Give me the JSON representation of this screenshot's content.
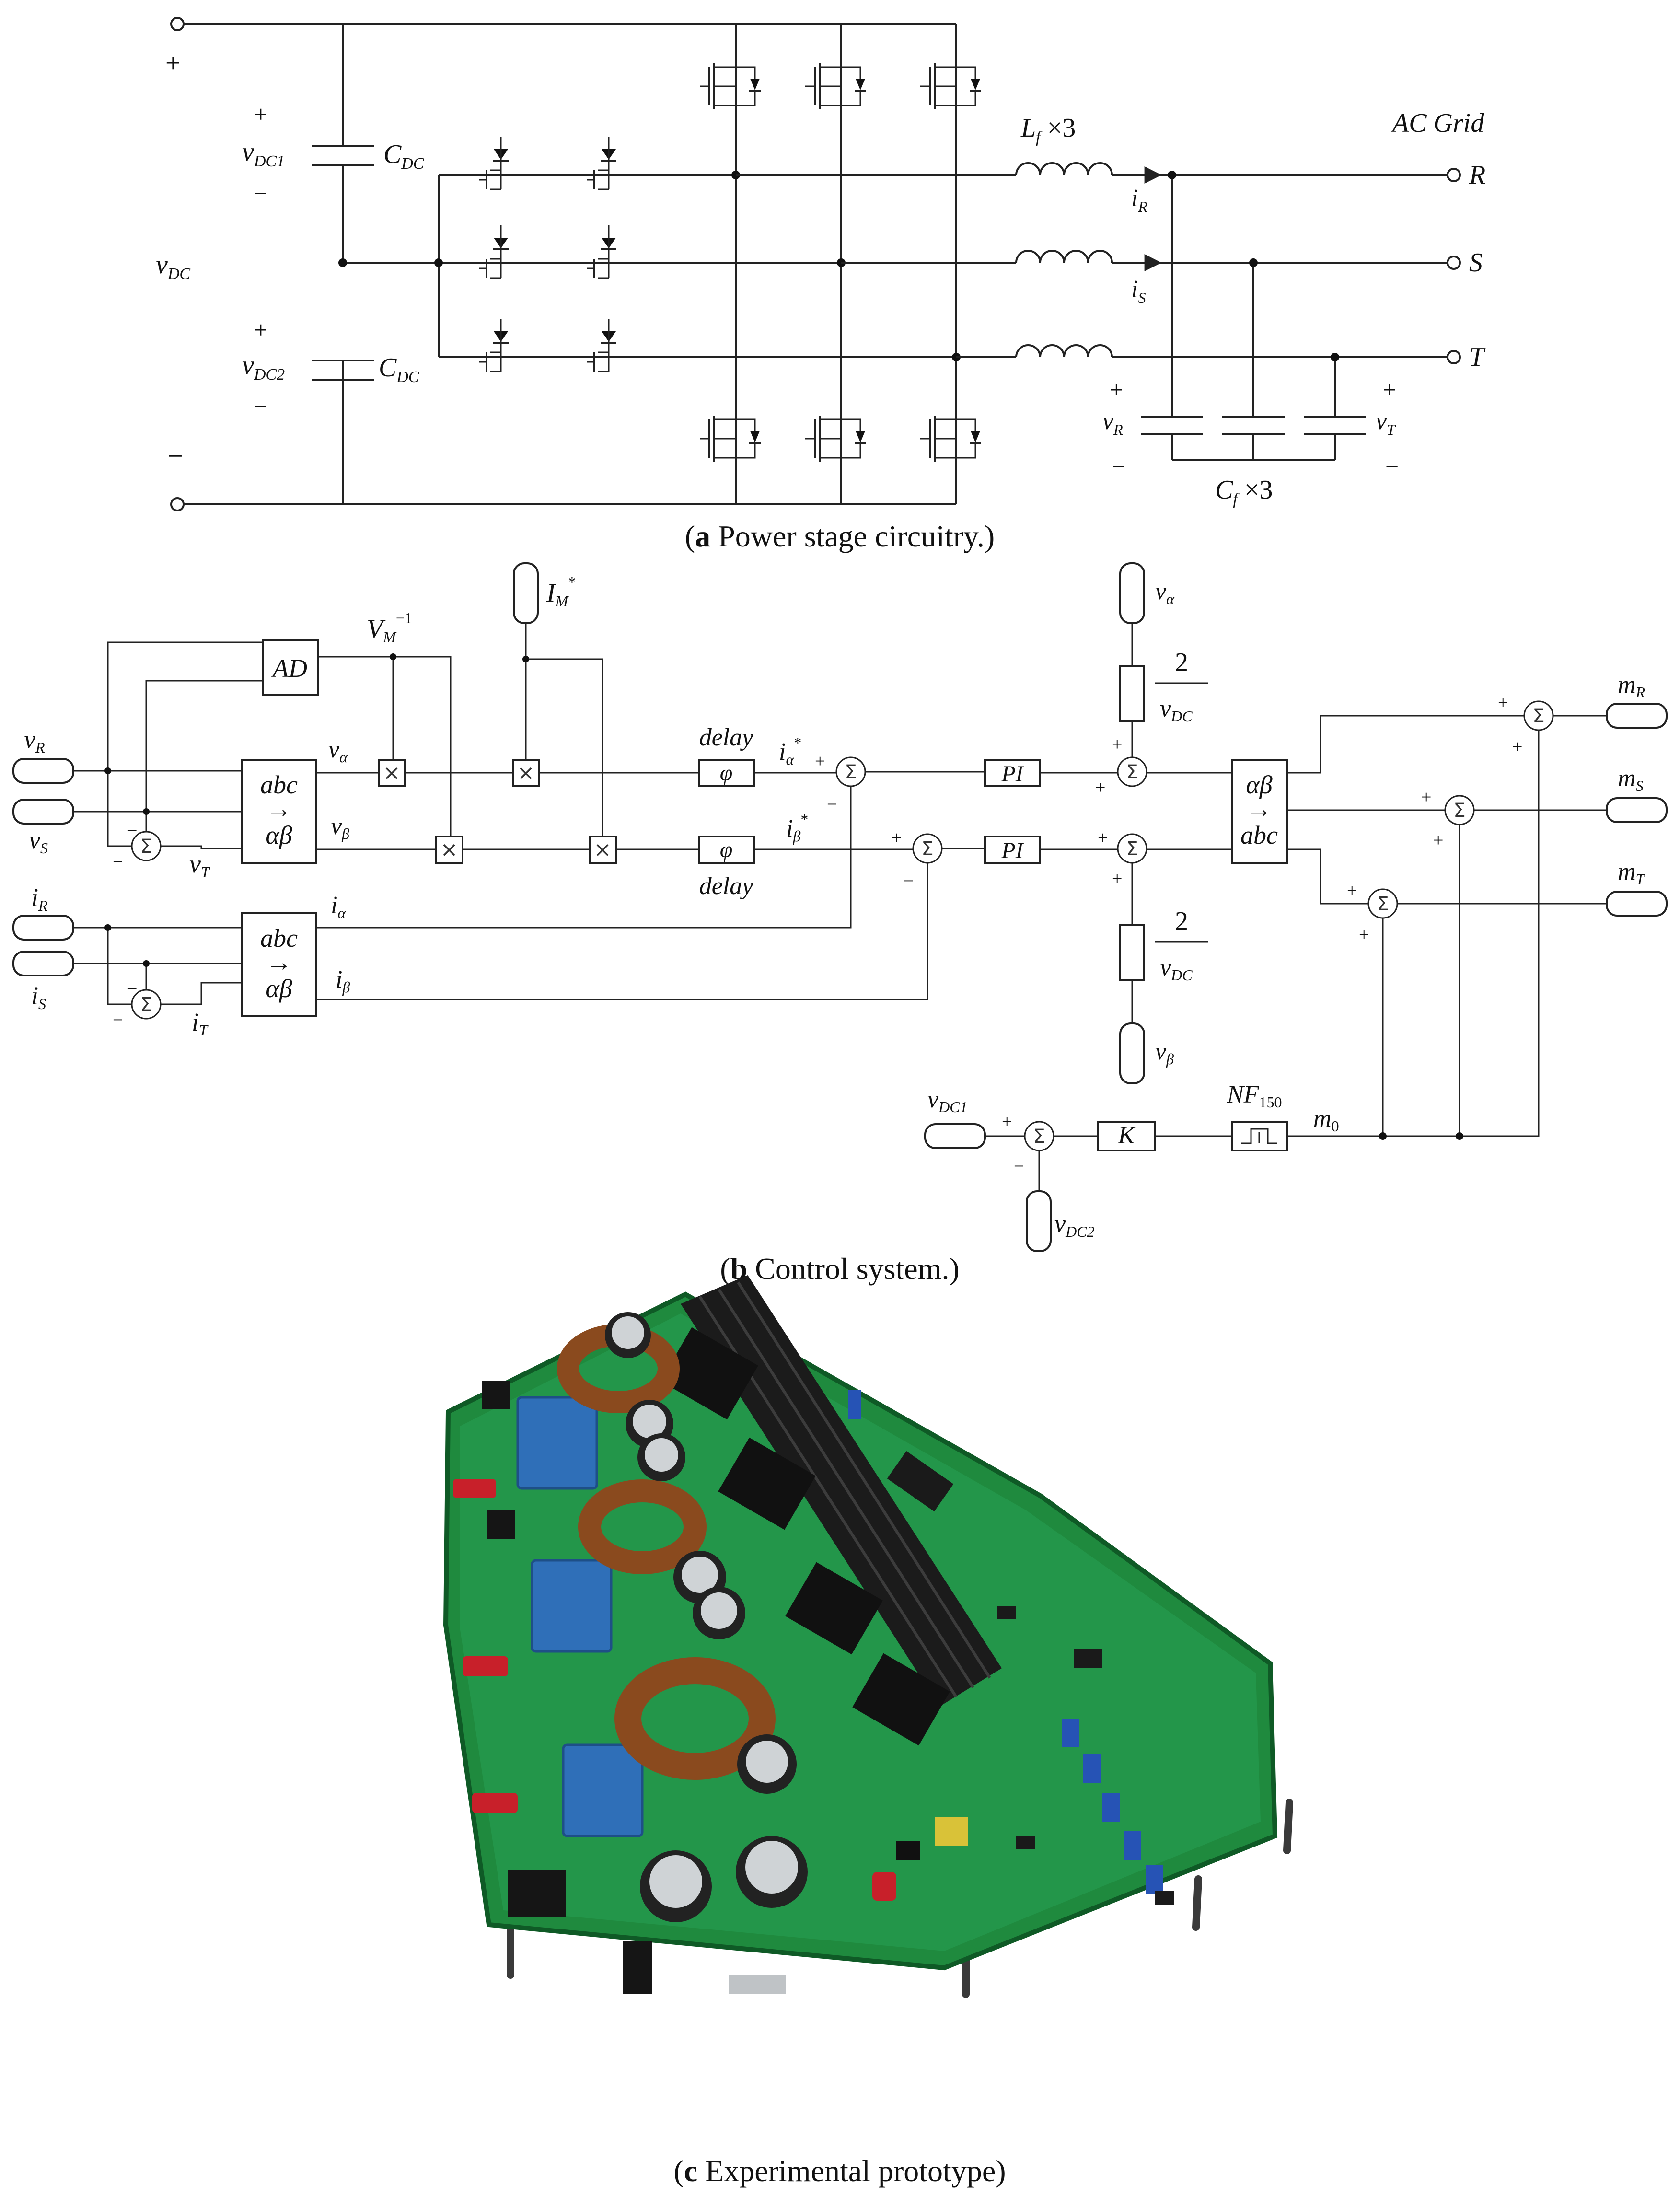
{
  "captions": {
    "a_letter": "a",
    "a_text": " Power stage circuitry.",
    "b_letter": "b",
    "b_text": " Control system.",
    "c_letter": "c",
    "c_text": " Experimental prototype"
  },
  "power": {
    "plus": "+",
    "minus": "−",
    "vdc": "v",
    "vdc_sub": "DC",
    "vdc1": "v",
    "vdc1_sub": "DC1",
    "vdc2": "v",
    "vdc2_sub": "DC2",
    "cdc": "C",
    "cdc_sub": "DC",
    "lf": "L",
    "lf_sub": "f",
    "lf_mult": " ×3",
    "cf": "C",
    "cf_sub": "f",
    "cf_mult": " ×3",
    "ac_grid": "AC Grid",
    "ir": "i",
    "ir_sub": "R",
    "is": "i",
    "is_sub": "S",
    "vr": "v",
    "vr_sub": "R",
    "vt": "v",
    "vt_sub": "T",
    "term_r": "R",
    "term_s": "S",
    "term_t": "T"
  },
  "control": {
    "ad": "AD",
    "vm": "V",
    "vm_sub": "M",
    "vm_sup": "−1",
    "im": "I",
    "im_sub": "M",
    "im_sup": "*",
    "abc": "abc",
    "ab": "αβ",
    "in_vr": "v",
    "in_vr_sub": "R",
    "in_vs": "v",
    "in_vs_sub": "S",
    "in_vt": "v",
    "in_vt_sub": "T",
    "in_ir": "i",
    "in_ir_sub": "R",
    "in_is": "i",
    "in_is_sub": "S",
    "in_it": "i",
    "in_it_sub": "T",
    "valpha": "v",
    "valpha_sub": "α",
    "vbeta": "v",
    "vbeta_sub": "β",
    "ialpha": "i",
    "ialpha_sub": "α",
    "ibeta": "i",
    "ibeta_sub": "β",
    "ialpha_ref": "i",
    "ialpha_ref_sub": "α",
    "ref_sup": "*",
    "ibeta_ref": "i",
    "ibeta_ref_sub": "β",
    "delay": "delay",
    "phi": "φ",
    "pi": "PI",
    "two": "2",
    "vdc": "v",
    "vdc_sub": "DC",
    "ff_alpha": "v",
    "ff_alpha_sub": "α",
    "ff_beta": "v",
    "ff_beta_sub": "β",
    "mr": "m",
    "mr_sub": "R",
    "ms": "m",
    "ms_sub": "S",
    "mt": "m",
    "mt_sub": "T",
    "vdc1": "v",
    "vdc1_sub": "DC1",
    "vdc2": "v",
    "vdc2_sub": "DC2",
    "k": "K",
    "nf": "NF",
    "nf_sub": "150",
    "m0": "m",
    "m0_sub": "0",
    "sigma": "Σ",
    "times": "×",
    "plus": "+",
    "minus": "−"
  },
  "colors": {
    "pcb": "#1f8a3e",
    "pcb_edge": "#0f5a26",
    "heatsink": "#1b1b1b",
    "film_cap": "#2f6fb8",
    "inductor": "#8a4a1e",
    "terminal": "#c8202a",
    "trimmer": "#2653b5"
  }
}
